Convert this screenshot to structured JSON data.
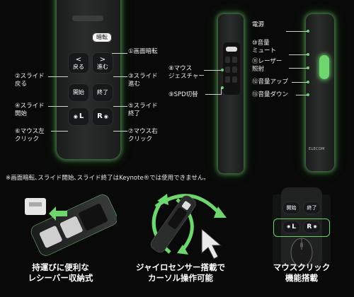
{
  "left_remote": {
    "buttons": {
      "screen_dark": "暗転",
      "prev": "戻る",
      "next": "進む",
      "start": "開始",
      "end": "終了",
      "mouse_left": "L",
      "mouse_right": "R"
    },
    "callouts": {
      "c1": "①画面暗転",
      "c2": "②スライド\n戻る",
      "c3": "③スライド\n進む",
      "c4": "④スライド\n開始",
      "c5": "⑤スライド\n終了",
      "c6": "⑥マウス左\nクリック",
      "c7": "⑦マウス右\nクリック"
    }
  },
  "side_view": {
    "callouts": {
      "c8": "⑧マウス\nジェスチャー",
      "c9": "⑨SPD切替",
      "power": "電源",
      "c10": "⑩音量\nミュート",
      "c11": "⑪レーザー\n照射",
      "c12": "⑫音量アップ",
      "c13": "⑬音量ダウン"
    },
    "brand": "ELECOM"
  },
  "note": "※画面暗転､スライド開始､スライド終了はKeynote®では使用できません。",
  "features": [
    {
      "caption": "持運びに便利な\nレシーバー収納式"
    },
    {
      "caption": "ジャイロセンサー搭載で\nカーソル操作可能"
    },
    {
      "caption": "マウスクリック\n機能搭載"
    }
  ],
  "mouse_panel": {
    "btn_start": "開始",
    "btn_end": "終了",
    "btn_l": "L",
    "btn_r": "R"
  },
  "colors": {
    "accent_green": "#69d26a",
    "background": "#080908"
  }
}
